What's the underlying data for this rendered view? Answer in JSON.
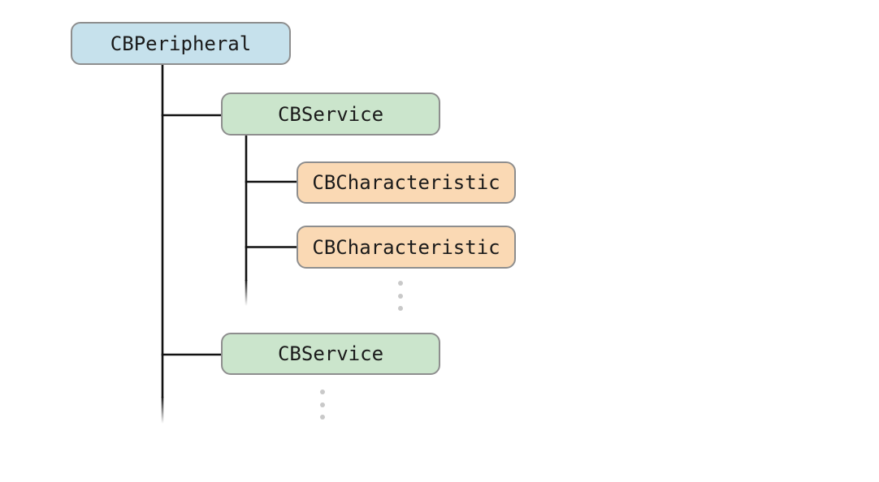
{
  "colors": {
    "background": "#ffffff",
    "line": "#111111",
    "node-border": "#8e8e8e",
    "ellipsis": "#c9c9c9",
    "peripheral-fill": "#c6e1ec",
    "service-fill": "#cbe5cc",
    "characteristic-fill": "#fad9b4"
  },
  "diagram": {
    "nodes": [
      {
        "id": "peripheral",
        "label": "CBPeripheral"
      },
      {
        "id": "service-1",
        "label": "CBService"
      },
      {
        "id": "characteristic-1",
        "label": "CBCharacteristic"
      },
      {
        "id": "characteristic-2",
        "label": "CBCharacteristic"
      },
      {
        "id": "service-2",
        "label": "CBService"
      }
    ]
  }
}
